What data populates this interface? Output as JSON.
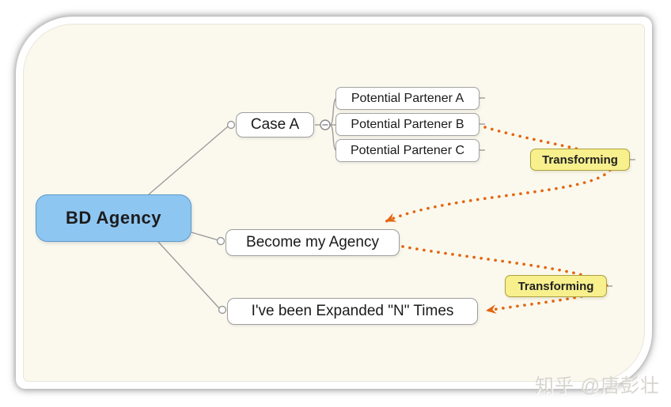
{
  "diagram": {
    "root": {
      "label": "BD Agency"
    },
    "topics": [
      {
        "label": "Case A"
      },
      {
        "label": "Become my Agency"
      },
      {
        "label": "I've been Expanded \"N\" Times"
      }
    ],
    "subtopics": [
      {
        "label": "Potential Partener A"
      },
      {
        "label": "Potential Partener B"
      },
      {
        "label": "Potential Partener C"
      }
    ],
    "relationships": [
      {
        "label": "Transforming"
      },
      {
        "label": "Transforming"
      }
    ],
    "collapse_icon": "minus"
  },
  "colors": {
    "canvas_bg": "#fbf9ee",
    "root_fill": "#8ec6f2",
    "root_border": "#5e99c9",
    "topic_fill": "#ffffff",
    "topic_border": "#9e9e9e",
    "relationship_label_fill": "#f7f08d",
    "relationship_label_border": "#ada03e",
    "relationship_line": "#e4650f",
    "connector_line": "#9b9b9b"
  },
  "watermark": {
    "text": "知乎 @唐彭壮"
  }
}
